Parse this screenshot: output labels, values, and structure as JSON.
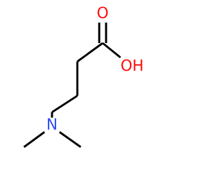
{
  "molecule": {
    "atoms": {
      "carbonyl_oxygen": {
        "element": "O",
        "label": "O",
        "color": "#ff0d0d"
      },
      "hydroxyl": {
        "element": "O",
        "label": "OH",
        "color": "#ff0d0d"
      },
      "nitrogen": {
        "element": "N",
        "label": "N",
        "color": "#3050f8"
      }
    },
    "bond_color": "#000000"
  }
}
